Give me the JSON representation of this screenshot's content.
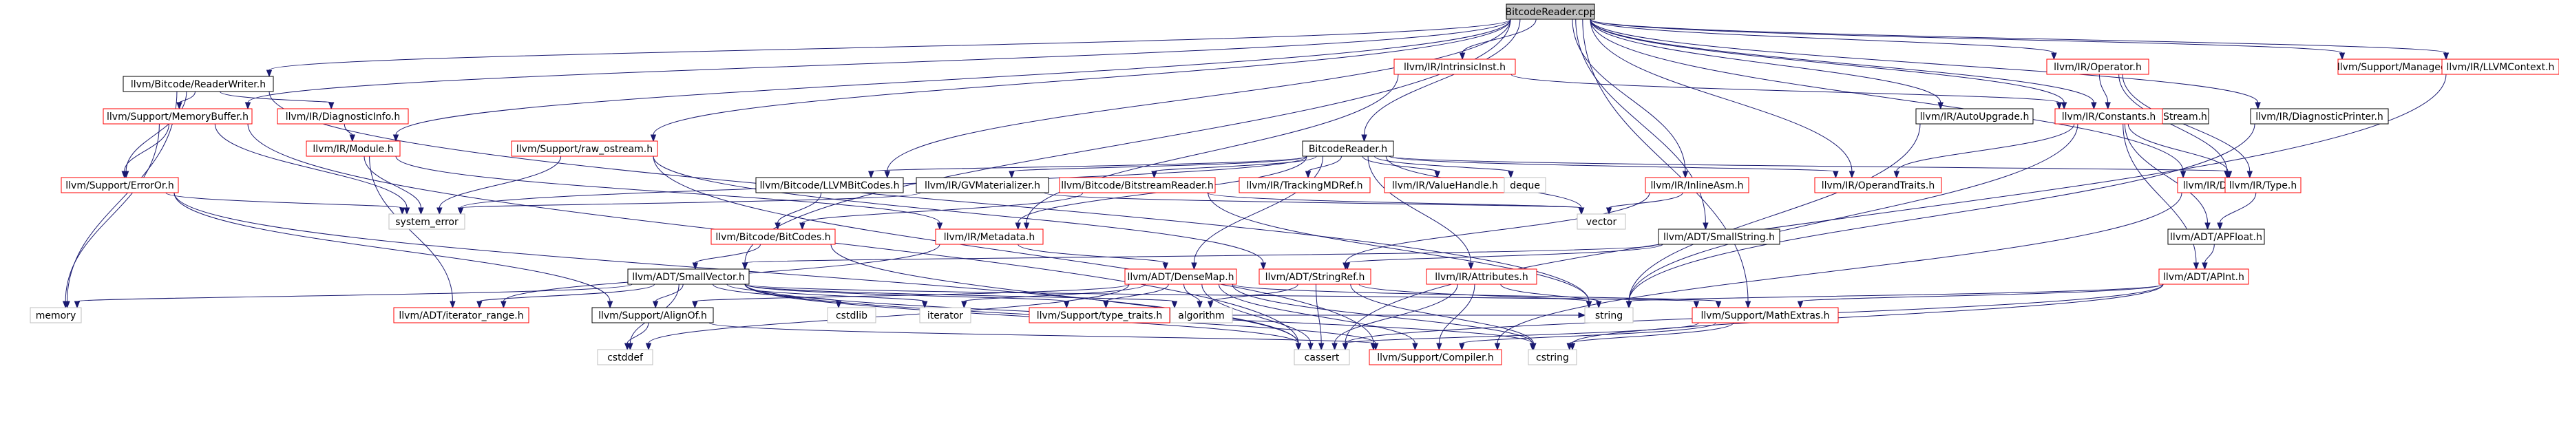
{
  "title": "BitcodeReader.cpp",
  "colors": {
    "root_fill": "#bfbfbf",
    "black_border": "#000000",
    "red_border": "#ff0000",
    "grey_border": "#bfbfbf",
    "edge": "#191970"
  },
  "nodes": [
    {
      "id": "root",
      "label": "BitcodeReader.cpp",
      "kind": "root"
    },
    {
      "id": "rw",
      "label": "llvm/Bitcode/ReaderWriter.h",
      "kind": "black"
    },
    {
      "id": "memorybuffer",
      "label": "llvm/Support/MemoryBuffer.h",
      "kind": "red"
    },
    {
      "id": "diaginfo",
      "label": "llvm/IR/DiagnosticInfo.h",
      "kind": "red"
    },
    {
      "id": "module",
      "label": "llvm/IR/Module.h",
      "kind": "red"
    },
    {
      "id": "rawostream",
      "label": "llvm/Support/raw_ostream.h",
      "kind": "red"
    },
    {
      "id": "intrinsicinst",
      "label": "llvm/IR/IntrinsicInst.h",
      "kind": "red"
    },
    {
      "id": "autoupgrade",
      "label": "llvm/IR/AutoUpgrade.h",
      "kind": "black"
    },
    {
      "id": "datastream",
      "label": "llvm/Support/DataStream.h",
      "kind": "black"
    },
    {
      "id": "diagprinter",
      "label": "llvm/IR/DiagnosticPrinter.h",
      "kind": "black"
    },
    {
      "id": "operator",
      "label": "llvm/IR/Operator.h",
      "kind": "red"
    },
    {
      "id": "managedstatic",
      "label": "llvm/Support/ManagedStatic.h",
      "kind": "red"
    },
    {
      "id": "llvmcontext",
      "label": "llvm/IR/LLVMContext.h",
      "kind": "red"
    },
    {
      "id": "constants",
      "label": "llvm/IR/Constants.h",
      "kind": "red"
    },
    {
      "id": "bitcodereader",
      "label": "BitcodeReader.h",
      "kind": "black"
    },
    {
      "id": "erroror",
      "label": "llvm/Support/ErrorOr.h",
      "kind": "red"
    },
    {
      "id": "llvmbitcodes",
      "label": "llvm/Bitcode/LLVMBitCodes.h",
      "kind": "black"
    },
    {
      "id": "gvmat",
      "label": "llvm/IR/GVMaterializer.h",
      "kind": "black"
    },
    {
      "id": "bitstream",
      "label": "llvm/Bitcode/BitstreamReader.h",
      "kind": "red"
    },
    {
      "id": "trackingmd",
      "label": "llvm/IR/TrackingMDRef.h",
      "kind": "red"
    },
    {
      "id": "valuehandle",
      "label": "llvm/IR/ValueHandle.h",
      "kind": "red"
    },
    {
      "id": "deque",
      "label": "deque",
      "kind": "grey"
    },
    {
      "id": "inlineasm",
      "label": "llvm/IR/InlineAsm.h",
      "kind": "red"
    },
    {
      "id": "operandtraits",
      "label": "llvm/IR/OperandTraits.h",
      "kind": "red"
    },
    {
      "id": "derivedtypes",
      "label": "llvm/IR/DerivedTypes.h",
      "kind": "red"
    },
    {
      "id": "type",
      "label": "llvm/IR/Type.h",
      "kind": "red"
    },
    {
      "id": "systemerror",
      "label": "system_error",
      "kind": "grey"
    },
    {
      "id": "bitcodes",
      "label": "llvm/Bitcode/BitCodes.h",
      "kind": "red"
    },
    {
      "id": "metadata",
      "label": "llvm/IR/Metadata.h",
      "kind": "red"
    },
    {
      "id": "vector",
      "label": "vector",
      "kind": "grey"
    },
    {
      "id": "smallstring",
      "label": "llvm/ADT/SmallString.h",
      "kind": "black"
    },
    {
      "id": "apfloat",
      "label": "llvm/ADT/APFloat.h",
      "kind": "black"
    },
    {
      "id": "smallvector",
      "label": "llvm/ADT/SmallVector.h",
      "kind": "black"
    },
    {
      "id": "densemap",
      "label": "llvm/ADT/DenseMap.h",
      "kind": "red"
    },
    {
      "id": "stringref",
      "label": "llvm/ADT/StringRef.h",
      "kind": "red"
    },
    {
      "id": "attributes",
      "label": "llvm/IR/Attributes.h",
      "kind": "red"
    },
    {
      "id": "apint",
      "label": "llvm/ADT/APInt.h",
      "kind": "red"
    },
    {
      "id": "memory",
      "label": "memory",
      "kind": "grey"
    },
    {
      "id": "iterrange",
      "label": "llvm/ADT/iterator_range.h",
      "kind": "red"
    },
    {
      "id": "alignof",
      "label": "llvm/Support/AlignOf.h",
      "kind": "black"
    },
    {
      "id": "cstdlib",
      "label": "cstdlib",
      "kind": "grey"
    },
    {
      "id": "iterator",
      "label": "iterator",
      "kind": "grey"
    },
    {
      "id": "typetraits",
      "label": "llvm/Support/type_traits.h",
      "kind": "red"
    },
    {
      "id": "algorithm",
      "label": "algorithm",
      "kind": "grey"
    },
    {
      "id": "string",
      "label": "string",
      "kind": "grey"
    },
    {
      "id": "mathextras",
      "label": "llvm/Support/MathExtras.h",
      "kind": "red"
    },
    {
      "id": "cstddef",
      "label": "cstddef",
      "kind": "grey"
    },
    {
      "id": "cassert",
      "label": "cassert",
      "kind": "grey"
    },
    {
      "id": "compiler",
      "label": "llvm/Support/Compiler.h",
      "kind": "red"
    },
    {
      "id": "cstring",
      "label": "cstring",
      "kind": "grey"
    }
  ],
  "edges": [
    [
      "root",
      "rw"
    ],
    [
      "root",
      "memorybuffer"
    ],
    [
      "root",
      "module"
    ],
    [
      "root",
      "rawostream"
    ],
    [
      "root",
      "intrinsicinst"
    ],
    [
      "root",
      "autoupgrade"
    ],
    [
      "root",
      "datastream"
    ],
    [
      "root",
      "diagprinter"
    ],
    [
      "root",
      "operator"
    ],
    [
      "root",
      "managedstatic"
    ],
    [
      "root",
      "llvmcontext"
    ],
    [
      "root",
      "constants"
    ],
    [
      "root",
      "bitcodereader"
    ],
    [
      "root",
      "llvmbitcodes"
    ],
    [
      "root",
      "smallvector"
    ],
    [
      "root",
      "inlineasm"
    ],
    [
      "root",
      "operandtraits"
    ],
    [
      "root",
      "derivedtypes"
    ],
    [
      "root",
      "smallstring"
    ],
    [
      "root",
      "mathextras"
    ],
    [
      "rw",
      "memorybuffer"
    ],
    [
      "rw",
      "diaginfo"
    ],
    [
      "rw",
      "erroror"
    ],
    [
      "rw",
      "memory"
    ],
    [
      "rw",
      "string"
    ],
    [
      "memorybuffer",
      "erroror"
    ],
    [
      "memorybuffer",
      "systemerror"
    ],
    [
      "memorybuffer",
      "memory"
    ],
    [
      "memorybuffer",
      "cassert"
    ],
    [
      "diaginfo",
      "module"
    ],
    [
      "module",
      "systemerror"
    ],
    [
      "module",
      "metadata"
    ],
    [
      "module",
      "iterrange"
    ],
    [
      "rawostream",
      "systemerror"
    ],
    [
      "rawostream",
      "stringref"
    ],
    [
      "rawostream",
      "compiler"
    ],
    [
      "intrinsicinst",
      "constants"
    ],
    [
      "intrinsicinst",
      "metadata"
    ],
    [
      "autoupgrade",
      "string"
    ],
    [
      "datastream",
      "string"
    ],
    [
      "diagprinter",
      "string"
    ],
    [
      "operator",
      "constants"
    ],
    [
      "operator",
      "derivedtypes"
    ],
    [
      "operator",
      "type"
    ],
    [
      "llvmcontext",
      "cassert"
    ],
    [
      "constants",
      "apfloat"
    ],
    [
      "constants",
      "apint"
    ],
    [
      "constants",
      "derivedtypes"
    ],
    [
      "constants",
      "operandtraits"
    ],
    [
      "bitcodereader",
      "systemerror"
    ],
    [
      "bitcodereader",
      "llvmbitcodes"
    ],
    [
      "bitcodereader",
      "gvmat"
    ],
    [
      "bitcodereader",
      "bitstream"
    ],
    [
      "bitcodereader",
      "trackingmd"
    ],
    [
      "bitcodereader",
      "valuehandle"
    ],
    [
      "bitcodereader",
      "deque"
    ],
    [
      "bitcodereader",
      "vector"
    ],
    [
      "bitcodereader",
      "operandtraits"
    ],
    [
      "bitcodereader",
      "type"
    ],
    [
      "bitcodereader",
      "metadata"
    ],
    [
      "bitcodereader",
      "attributes"
    ],
    [
      "bitcodereader",
      "densemap"
    ],
    [
      "erroror",
      "systemerror"
    ],
    [
      "erroror",
      "alignof"
    ],
    [
      "erroror",
      "cassert"
    ],
    [
      "llvmbitcodes",
      "bitcodes"
    ],
    [
      "gvmat",
      "systemerror"
    ],
    [
      "gvmat",
      "vector"
    ],
    [
      "bitstream",
      "bitcodes"
    ],
    [
      "bitstream",
      "vector"
    ],
    [
      "bitstream",
      "string"
    ],
    [
      "inlineasm",
      "vector"
    ],
    [
      "inlineasm",
      "stringref"
    ],
    [
      "derivedtypes",
      "type"
    ],
    [
      "derivedtypes",
      "compiler"
    ],
    [
      "type",
      "apfloat"
    ],
    [
      "bitcodes",
      "smallvector"
    ],
    [
      "bitcodes",
      "cassert"
    ],
    [
      "metadata",
      "densemap"
    ],
    [
      "metadata",
      "iterrange"
    ],
    [
      "smallstring",
      "smallvector"
    ],
    [
      "smallstring",
      "stringref"
    ],
    [
      "apfloat",
      "apint"
    ],
    [
      "smallvector",
      "memory"
    ],
    [
      "smallvector",
      "iterrange"
    ],
    [
      "smallvector",
      "alignof"
    ],
    [
      "smallvector",
      "cstdlib"
    ],
    [
      "smallvector",
      "iterator"
    ],
    [
      "smallvector",
      "typetraits"
    ],
    [
      "smallvector",
      "algorithm"
    ],
    [
      "smallvector",
      "mathextras"
    ],
    [
      "smallvector",
      "cstddef"
    ],
    [
      "smallvector",
      "cassert"
    ],
    [
      "smallvector",
      "compiler"
    ],
    [
      "smallvector",
      "cstring"
    ],
    [
      "densemap",
      "iterator"
    ],
    [
      "densemap",
      "typetraits"
    ],
    [
      "densemap",
      "algorithm"
    ],
    [
      "densemap",
      "mathextras"
    ],
    [
      "densemap",
      "alignof"
    ],
    [
      "densemap",
      "cassert"
    ],
    [
      "densemap",
      "compiler"
    ],
    [
      "densemap",
      "cstring"
    ],
    [
      "densemap",
      "cstddef"
    ],
    [
      "stringref",
      "algorithm"
    ],
    [
      "stringref",
      "string"
    ],
    [
      "stringref",
      "cassert"
    ],
    [
      "stringref",
      "cstring"
    ],
    [
      "attributes",
      "string"
    ],
    [
      "attributes",
      "cassert"
    ],
    [
      "attributes",
      "compiler"
    ],
    [
      "apint",
      "string"
    ],
    [
      "apint",
      "mathextras"
    ],
    [
      "apint",
      "cassert"
    ],
    [
      "apint",
      "cstring"
    ],
    [
      "alignof",
      "cstddef"
    ],
    [
      "alignof",
      "compiler"
    ],
    [
      "typetraits",
      "string"
    ],
    [
      "mathextras",
      "cassert"
    ],
    [
      "mathextras",
      "compiler"
    ],
    [
      "mathextras",
      "cstring"
    ]
  ]
}
